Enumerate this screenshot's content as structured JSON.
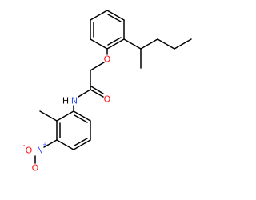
{
  "atoms": {
    "ether_oxygen": "O",
    "carbonyl_oxygen": "O",
    "amide_nitrogen": "N",
    "amide_hydrogen": "H",
    "nitro_nitrogen": "N",
    "nitro_nitrogen_charge": "+",
    "nitro_oxygen": "O",
    "nitro_oxygen_charge": "-"
  },
  "colors": {
    "bond": "#000000",
    "oxygen": "#ff0d0d",
    "nitrogen": "#3050f8"
  }
}
